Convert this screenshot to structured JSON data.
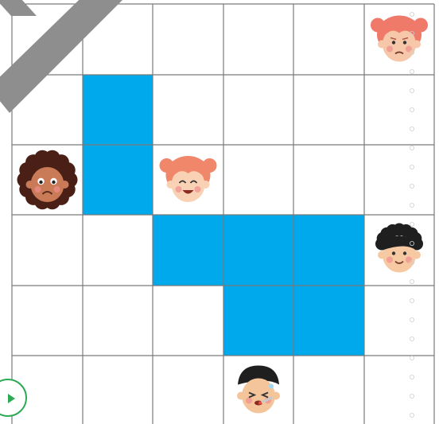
{
  "board": {
    "rows": 6,
    "cols": 6,
    "colors": {
      "grid_line": "#7a7a7a",
      "cell_bg": "#ffffff",
      "path_fill": "#00a8ec",
      "side_dots": "#cfcfcf"
    },
    "filled_cells": [
      {
        "row": 1,
        "col": 1
      },
      {
        "row": 2,
        "col": 1
      },
      {
        "row": 3,
        "col": 2
      },
      {
        "row": 3,
        "col": 3
      },
      {
        "row": 3,
        "col": 4
      },
      {
        "row": 4,
        "col": 3
      },
      {
        "row": 4,
        "col": 4
      }
    ],
    "characters": [
      {
        "name": "girl-pigtails-worried",
        "row": 0,
        "col": 5,
        "hair": "#f07a6a",
        "skin": "#f6c7a8",
        "mood": "worried"
      },
      {
        "name": "girl-curly-sad",
        "row": 2,
        "col": 0,
        "hair": "#4a1f15",
        "skin": "#c97b58",
        "mood": "sad"
      },
      {
        "name": "girl-pigtails-happy",
        "row": 2,
        "col": 2,
        "hair": "#f0866a",
        "skin": "#f9d2b6",
        "mood": "happy"
      },
      {
        "name": "boy-curly-smiling",
        "row": 3,
        "col": 5,
        "hair": "#1f1f1f",
        "skin": "#f7c9a3",
        "mood": "smile"
      },
      {
        "name": "boy-sick-thermometer",
        "row": 5,
        "col": 3,
        "hair": "#1f1f1f",
        "skin": "#f4c49b",
        "mood": "sick"
      }
    ]
  },
  "watermark": {
    "color": "#8e8e8e"
  },
  "nav": {
    "icon": "play-arrow-icon",
    "color": "#2eaa57"
  }
}
